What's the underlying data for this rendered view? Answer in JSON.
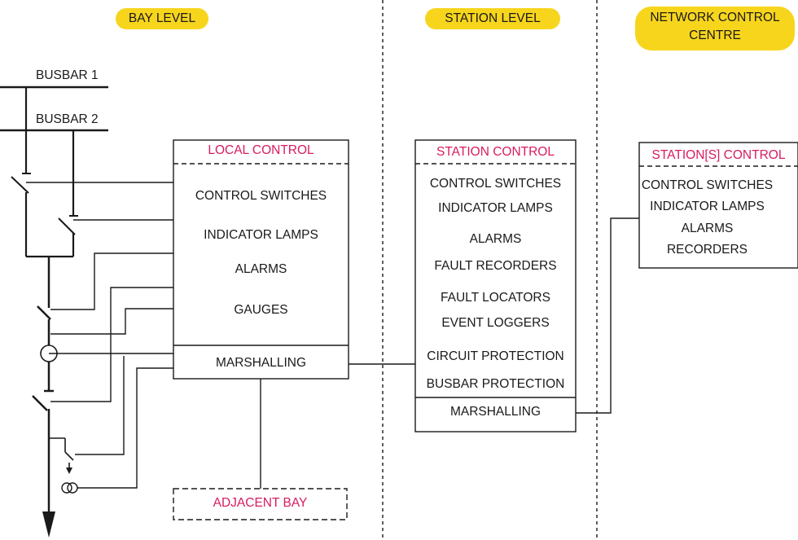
{
  "levels": {
    "bay": "BAY LEVEL",
    "station": "STATION LEVEL",
    "network_line1": "NETWORK CONTROL",
    "network_line2": "CENTRE"
  },
  "busbars": {
    "b1": "BUSBAR 1",
    "b2": "BUSBAR 2"
  },
  "local": {
    "title": "LOCAL CONTROL",
    "items": [
      "CONTROL SWITCHES",
      "INDICATOR LAMPS",
      "ALARMS",
      "GAUGES"
    ],
    "marshalling": "MARSHALLING"
  },
  "station": {
    "title": "STATION CONTROL",
    "items": [
      "CONTROL SWITCHES",
      "INDICATOR LAMPS",
      "ALARMS",
      "FAULT RECORDERS",
      "FAULT LOCATORS",
      "EVENT LOGGERS",
      "CIRCUIT PROTECTION",
      "BUSBAR PROTECTION"
    ],
    "marshalling": "MARSHALLING"
  },
  "network": {
    "title": "STATION[S] CONTROL",
    "items": [
      "CONTROL SWITCHES",
      "INDICATOR LAMPS",
      "ALARMS",
      "RECORDERS"
    ]
  },
  "adjacent": "ADJACENT BAY",
  "colors": {
    "accent": "#d81b60",
    "highlight": "#f7d51d",
    "line": "#1a1a1a"
  }
}
